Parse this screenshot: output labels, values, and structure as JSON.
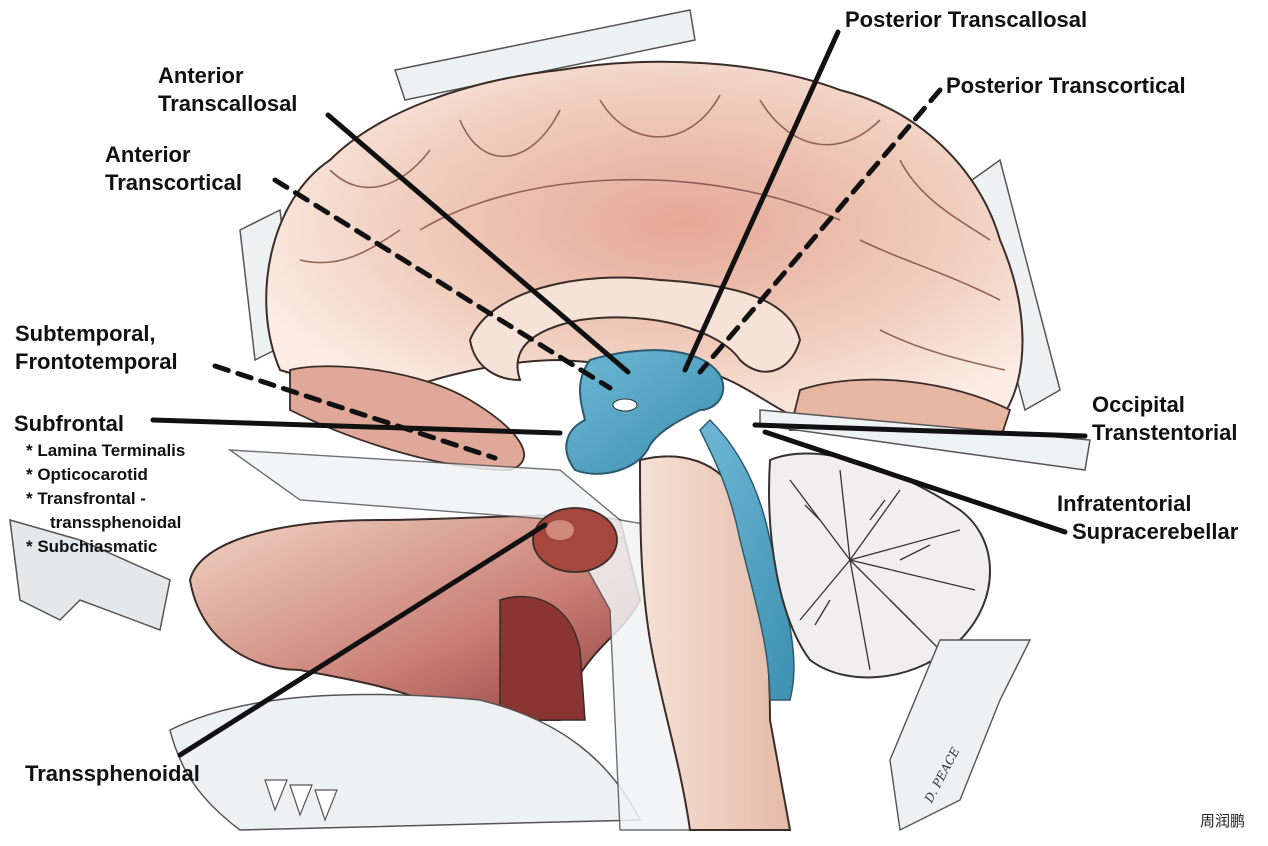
{
  "figure": {
    "subject": "Midsagittal brain section showing surgical approaches to the third ventricle",
    "colors": {
      "ventricle": "#4fa3c4",
      "cortex": "#f1d2c0",
      "cortex_dark": "#d9988a",
      "sinus": "#9c3b3a",
      "bone": "#e9ecee",
      "line": "#111111"
    }
  },
  "labels": {
    "anterior_transcallosal": {
      "line1": "Anterior",
      "line2": "Transcallosal",
      "style": "solid"
    },
    "anterior_transcortical": {
      "line1": "Anterior",
      "line2": "Transcortical",
      "style": "dashed"
    },
    "posterior_transcallosal": {
      "text": "Posterior Transcallosal",
      "style": "solid"
    },
    "posterior_transcortical": {
      "text": "Posterior Transcortical",
      "style": "dashed"
    },
    "subtemporal": {
      "line1": "Subtemporal,",
      "line2": "Frontotemporal",
      "style": "dashed"
    },
    "subfrontal": {
      "text": "Subfrontal",
      "style": "solid",
      "subitems": [
        "* Lamina Terminalis",
        "* Opticocarotid",
        "* Transfrontal -",
        "transsphenoidal",
        "* Subchiasmatic"
      ]
    },
    "occipital": {
      "line1": "Occipital",
      "line2": "Transtentorial",
      "style": "solid"
    },
    "infratentorial": {
      "line1": "Infratentorial",
      "line2": "Supracerebellar",
      "style": "solid"
    },
    "transsphenoidal": {
      "text": "Transsphenoidal",
      "style": "solid"
    }
  },
  "artist_signature": "D. PEACE",
  "watermark": "周润鹏"
}
